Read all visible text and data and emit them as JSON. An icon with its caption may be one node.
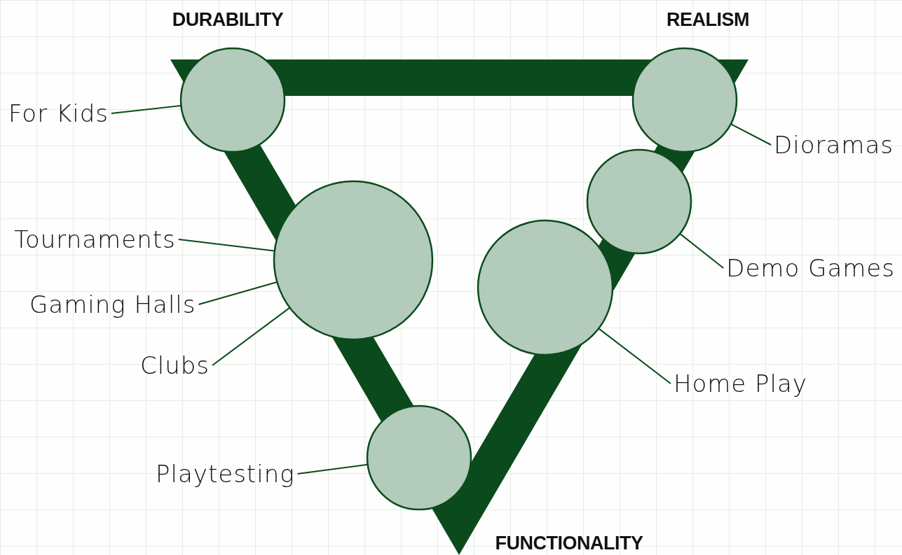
{
  "diagram": {
    "nodes": [
      {
        "text": [
          "For Kids"
        ]
      },
      {
        "text": [],
        "shape": "circle"
      },
      {
        "text": [],
        "shape": "circle"
      },
      {
        "text": [
          "Dioramas"
        ]
      },
      {
        "text": [],
        "shape": "circle"
      },
      {
        "text": [
          "Tournaments"
        ]
      },
      {
        "text": [],
        "shape": "circle"
      },
      {
        "text": [
          "Gaming Halls"
        ]
      },
      {
        "text": [
          "Demo Games"
        ]
      },
      {
        "text": [
          "Clubs"
        ]
      },
      {
        "text": [],
        "shape": "circle"
      },
      {
        "text": [
          "Home Play"
        ]
      },
      {
        "text": [],
        "shape": "circle"
      },
      {
        "text": [
          "Playtesting"
        ]
      }
    ],
    "edges": [
      {
        "from": 0,
        "to": 1,
        "arrow": "none"
      },
      {
        "from": 3,
        "to": 2,
        "arrow": "none"
      },
      {
        "from": 8,
        "to": 4,
        "arrow": "none"
      },
      {
        "from": 5,
        "to": 6,
        "arrow": "none"
      },
      {
        "from": 7,
        "to": 6,
        "arrow": "none"
      },
      {
        "from": 9,
        "to": 6,
        "arrow": "none"
      },
      {
        "from": 11,
        "to": 10,
        "arrow": "none"
      },
      {
        "from": 13,
        "to": 12,
        "arrow": "none"
      }
    ],
    "labels": [
      "DURABILITY",
      "REALISM",
      "FUNCTIONALITY"
    ]
  }
}
